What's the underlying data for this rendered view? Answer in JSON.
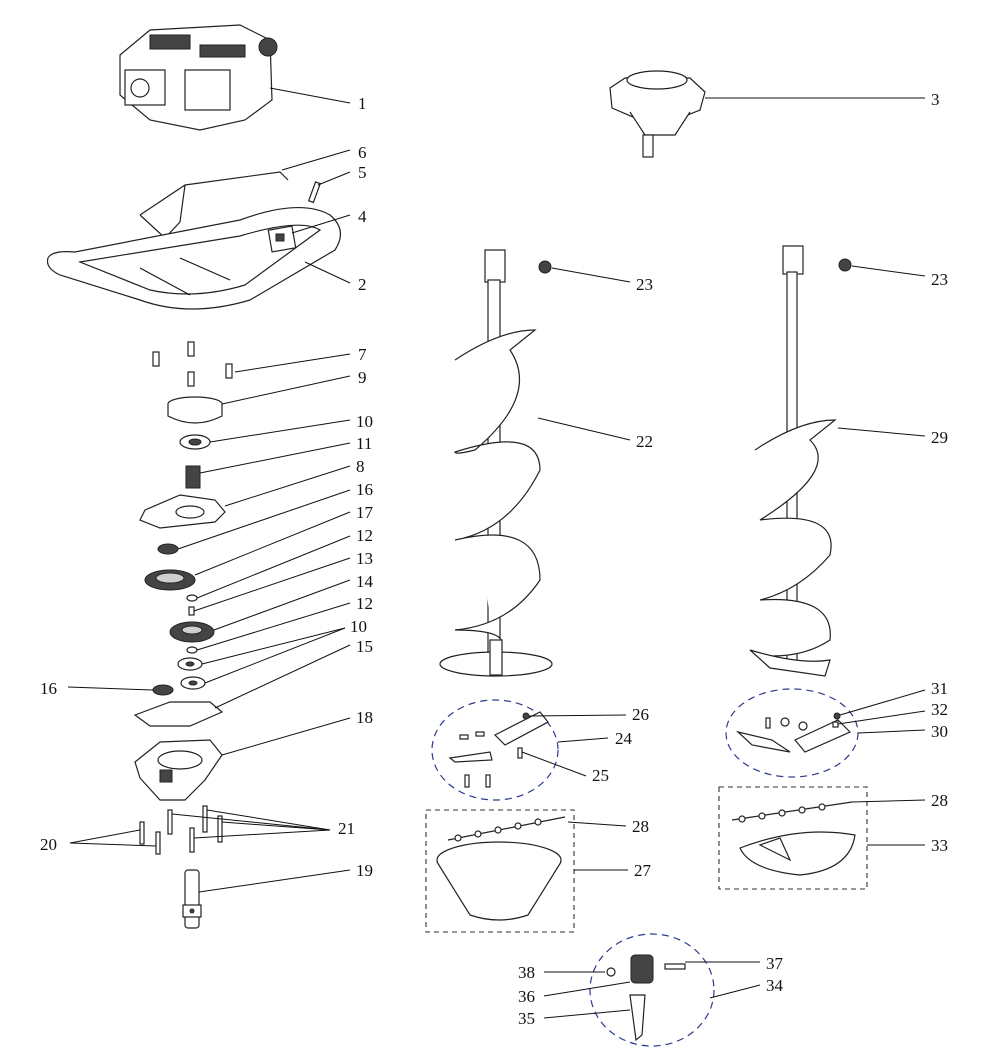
{
  "labels": {
    "p1": "1",
    "p2": "2",
    "p3": "3",
    "p4": "4",
    "p5": "5",
    "p6": "6",
    "p7": "7",
    "p8": "8",
    "p9": "9",
    "p10a": "10",
    "p10b": "10",
    "p11": "11",
    "p12a": "12",
    "p12b": "12",
    "p13": "13",
    "p14": "14",
    "p15": "15",
    "p16a": "16",
    "p16b": "16",
    "p17": "17",
    "p18": "18",
    "p19": "19",
    "p20": "20",
    "p21": "21",
    "p22": "22",
    "p23a": "23",
    "p23b": "23",
    "p24": "24",
    "p25": "25",
    "p26": "26",
    "p27": "27",
    "p28a": "28",
    "p28b": "28",
    "p29": "29",
    "p30": "30",
    "p31": "31",
    "p32": "32",
    "p33": "33",
    "p34": "34",
    "p35": "35",
    "p36": "36",
    "p37": "37",
    "p38": "38"
  },
  "colors": {
    "line": "#111111",
    "group_outline_blue": "#2b3a8f",
    "group_outline_black": "#333333"
  }
}
